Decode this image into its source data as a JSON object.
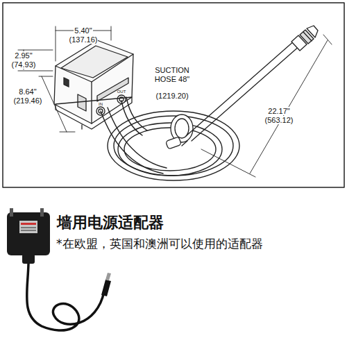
{
  "diagram": {
    "title": "墙用电源适配器",
    "labels": [
      "5.40\"",
      "(137.16)",
      "2.95\"",
      "(74.93)",
      "8.64\"",
      "(219.46)",
      "SUCTION HOSE 48\"",
      "(1219.20)",
      "22.17\"",
      "(563.12)",
      "IN",
      "OUT",
      "*在欧盟，英国和澳洲可以使用的适配器"
    ]
  }
}
